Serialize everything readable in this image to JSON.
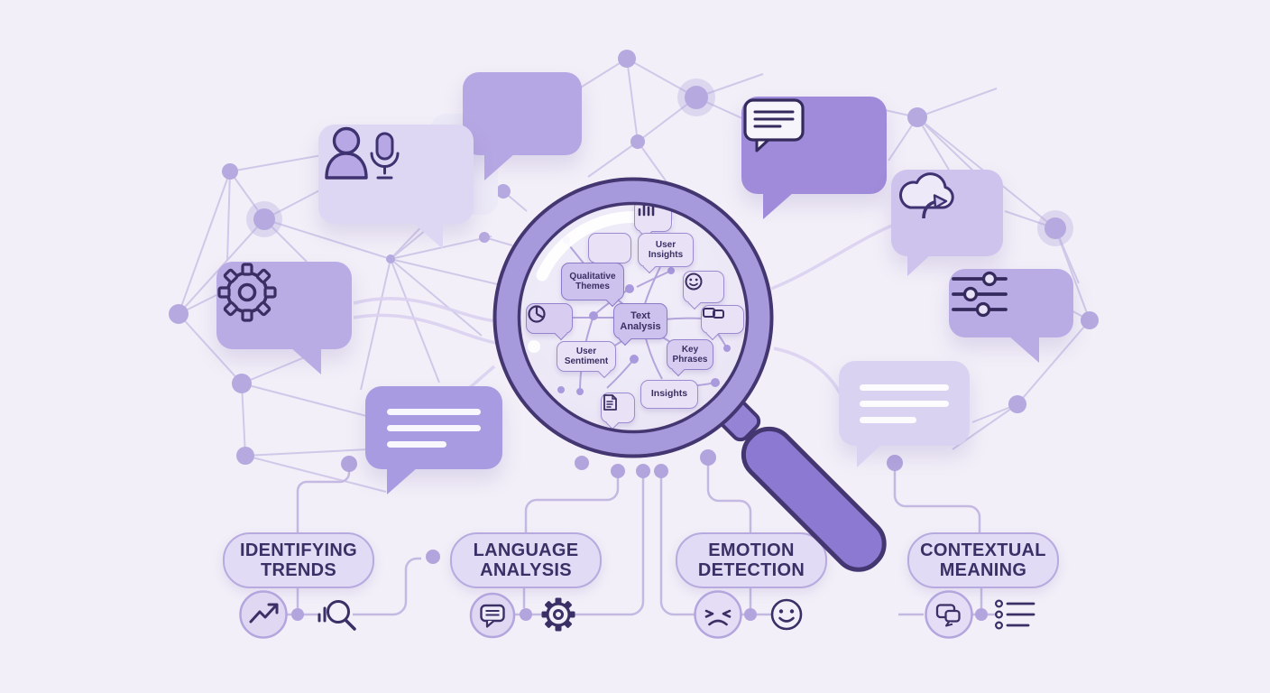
{
  "illustration": {
    "theme": "Text Analysis",
    "magnifier_labels": {
      "user_insights": "User\nInsights",
      "qualitative_themes": "Qualitative\nThemes",
      "text_analysis": "Text\nAnalysis",
      "user_sentiment": "User\nSentiment",
      "key_phrases": "Key\nPhrases",
      "insights": "Insights"
    },
    "bottom_pills": [
      {
        "id": "identifying-trends",
        "label": "IDENTIFYING\nTRENDS"
      },
      {
        "id": "language-analysis",
        "label": "LANGUAGE\nANALYSIS"
      },
      {
        "id": "emotion-detection",
        "label": "EMOTION\nDETECTION"
      },
      {
        "id": "contextual-meaning",
        "label": "CONTEXTUAL\nMEANING"
      }
    ],
    "icons": {
      "speech_bubbles": [
        "person-voice-icon",
        "gear-icon",
        "message-lines-icon",
        "chat-message-icon",
        "cloud-share-icon",
        "sliders-icon",
        "text-lines",
        "text-lines"
      ],
      "lens_icons": [
        "bar-chart-icon",
        "pie-chart-icon",
        "smiley-icon",
        "chat-duo-icon",
        "document-icon"
      ],
      "bottom_row": [
        "trend-up-icon",
        "search-stats-icon",
        "chat-message-icon",
        "gear-icon",
        "sad-face-icon",
        "happy-face-icon",
        "chat-pair-icon",
        "list-icon"
      ]
    },
    "colors": {
      "background": "#f2eff8",
      "bubble_light": "#ded7f3",
      "bubble_medium": "#b7a9e4",
      "bubble_deep": "#9f8bd9",
      "lens_rim": "#a699dc",
      "outline": "#443670",
      "handle": "#8c79d1",
      "network_line": "#cbc2e6",
      "node": "#b5a9df",
      "pill_fill": "#e2dbf5",
      "pill_border": "#b7aade",
      "text": "#3b3066"
    }
  }
}
